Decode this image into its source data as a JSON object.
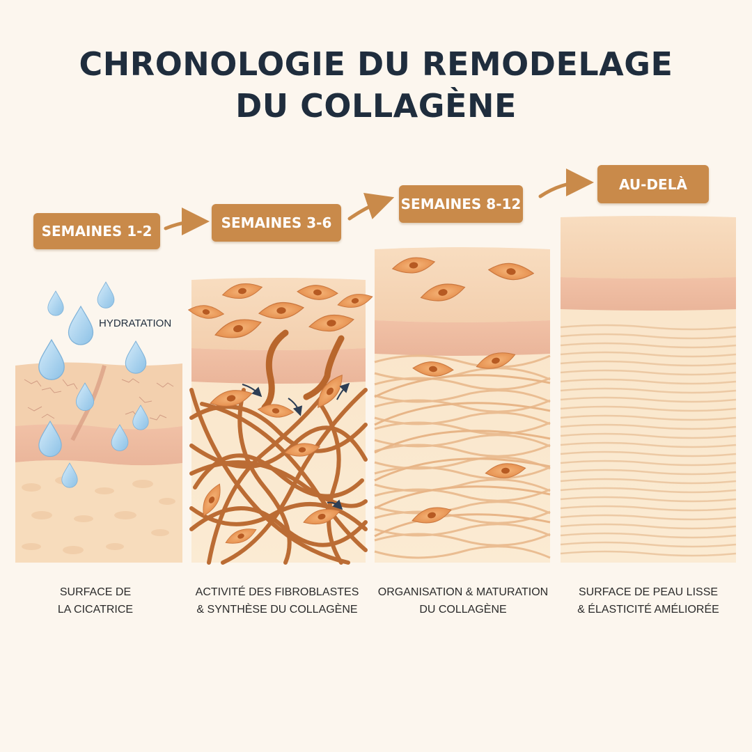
{
  "title": {
    "line1": "CHRONOLOGIE DU REMODELAGE",
    "line2": "DU COLLAGÈNE"
  },
  "stages": [
    {
      "label": "SEMAINES 1-2",
      "caption_line1": "SURFACE DE",
      "caption_line2": "LA CICATRICE"
    },
    {
      "label": "SEMAINES 3-6",
      "caption_line1": "ACTIVITÉ DES FIBROBLASTES",
      "caption_line2": "& SYNTHÈSE DU COLLAGÈNE"
    },
    {
      "label": "SEMAINES 8-12",
      "caption_line1": "ORGANISATION & MATURATION",
      "caption_line2": "DU COLLAGÈNE"
    },
    {
      "label": "AU-DELÀ",
      "caption_line1": "SURFACE DE PEAU LISSE",
      "caption_line2": "& ÉLASTICITÉ AMÉLIORÉE"
    }
  ],
  "hydration_label": "HYDRATATION",
  "colors": {
    "badge": "#c98a4a",
    "arrow": "#c98a4a",
    "title": "#1f2d3d",
    "background": "#fcf6ee",
    "fiber": "#b8662c",
    "cell": "#eea264",
    "water": "#a8d2ee"
  },
  "icons": [
    "water-drop-icon",
    "fibroblast-cell-icon",
    "arrow-right-icon"
  ]
}
